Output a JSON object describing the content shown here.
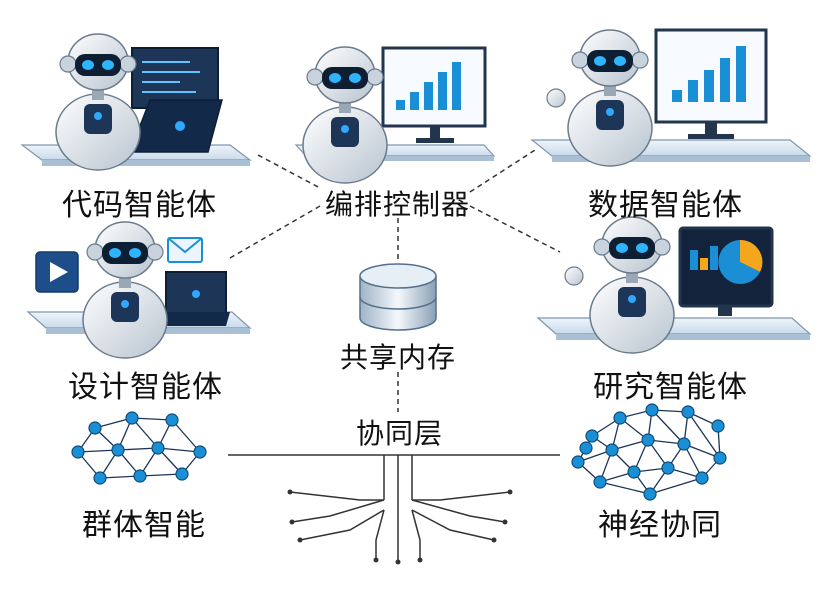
{
  "labels": {
    "code_agent": "代码智能体",
    "orchestrator": "编排控制器",
    "data_agent": "数据智能体",
    "design_agent": "设计智能体",
    "shared_memory": "共享内存",
    "research_agent": "研究智能体",
    "coordination_layer": "协同层",
    "swarm_intelligence": "群体智能",
    "neural_coordination": "神经协同"
  },
  "icons": {
    "robot": "robot-icon",
    "laptop": "laptop-icon",
    "monitor_chart": "bar-chart-monitor-icon",
    "pie_monitor": "pie-chart-monitor-icon",
    "play": "play-icon",
    "mail": "mail-icon",
    "database": "database-icon",
    "network": "network-icon",
    "circuit": "circuit-icon"
  },
  "colors": {
    "accent": "#1a8fd6",
    "navy": "#1d3557",
    "desk": "#dce9f5",
    "line": "#333333"
  }
}
